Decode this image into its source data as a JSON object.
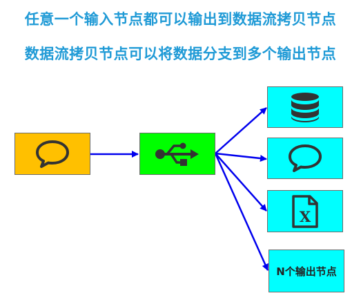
{
  "headings": {
    "line1": "任意一个输入节点都可以输出到数据流拷贝节点",
    "line2": "数据流拷贝节点可以将数据分支到多个输出节点"
  },
  "nodes": {
    "source": {
      "icon": "chat-bubble-icon",
      "color": "#ffc000"
    },
    "hub": {
      "icon": "usb-icon",
      "color": "#00ff00"
    },
    "outputs": [
      {
        "icon": "database-icon",
        "color": "#00ffff"
      },
      {
        "icon": "chat-bubble-icon",
        "color": "#00ffff"
      },
      {
        "icon": "excel-file-icon",
        "color": "#00ffff",
        "letter": "X"
      },
      {
        "label": "N个输出节点",
        "color": "#00ffff"
      }
    ]
  },
  "colors": {
    "heading": "#1f9ad6",
    "arrow": "#0000ee"
  }
}
